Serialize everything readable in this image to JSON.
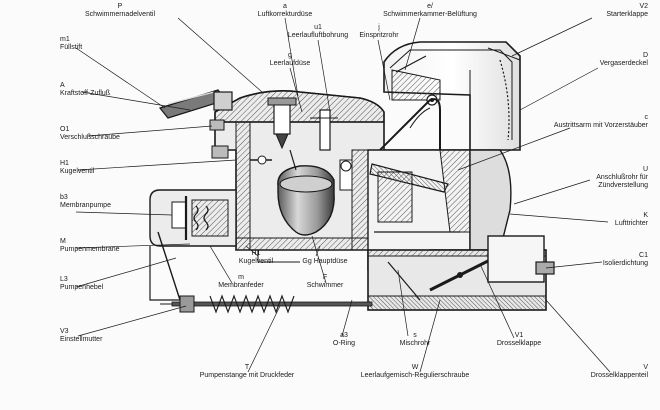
{
  "labels": {
    "P": {
      "code": "P",
      "text": "Schwimmernadelventil"
    },
    "a": {
      "code": "a",
      "text": "Luftkorrekturdüse"
    },
    "e": {
      "code": "e/",
      "text": "Schwimmerkammer-Belüftung"
    },
    "V2": {
      "code": "V2",
      "text": "Starterklappe"
    },
    "m1": {
      "code": "m1",
      "text": "Füllstift"
    },
    "u1": {
      "code": "u1",
      "text": "Leerlaufluftbohrung"
    },
    "j": {
      "code": "j",
      "text": "Einspritzrohr"
    },
    "g": {
      "code": "g",
      "text": "Leerlaufdüse"
    },
    "D": {
      "code": "D",
      "text": "Vergaserdeckel"
    },
    "A": {
      "code": "A",
      "text": "Kraftstoff-Zufluß"
    },
    "O1": {
      "code": "O1",
      "text": "Verschlußschraube"
    },
    "c": {
      "code": "c",
      "text": "Austrittsarm mit Vorzerstäuber"
    },
    "H1a": {
      "code": "H1",
      "text": "Kugelventil"
    },
    "U": {
      "code": "U",
      "text": "Anschlußrohr für Zündverstellung"
    },
    "b3": {
      "code": "b3",
      "text": "Membranpumpe"
    },
    "K": {
      "code": "K",
      "text": "Lufttrichter"
    },
    "M": {
      "code": "M",
      "text": "Pumpenmembrane"
    },
    "H1b": {
      "code": "H1",
      "text": "Kugelventil"
    },
    "Gg": {
      "code": "",
      "text": "Gg Hauptdüse"
    },
    "C1": {
      "code": "C1",
      "text": "Isolierdichtung"
    },
    "L3": {
      "code": "L3",
      "text": "Pumpenhebel"
    },
    "m": {
      "code": "m",
      "text": "Membranfeder"
    },
    "F": {
      "code": "F",
      "text": "Schwimmer"
    },
    "V3": {
      "code": "V3",
      "text": "Einstellmutter"
    },
    "a3": {
      "code": "a3",
      "text": "O-Ring"
    },
    "s": {
      "code": "s",
      "text": "Mischrohr"
    },
    "V1": {
      "code": "V1",
      "text": "Drosselklappe"
    },
    "V": {
      "code": "V",
      "text": "Drosselklappenteil"
    },
    "T": {
      "code": "T",
      "text": "Pumpenstange mit Druckfeder"
    },
    "W": {
      "code": "W",
      "text": "Leerlaufgemisch-Regulierschraube"
    }
  },
  "colors": {
    "line": "#1a1a1a",
    "hatch": "#555555",
    "body": "#e9e9e9",
    "shade": "#bdbdbd",
    "dark": "#2a2a2a"
  }
}
